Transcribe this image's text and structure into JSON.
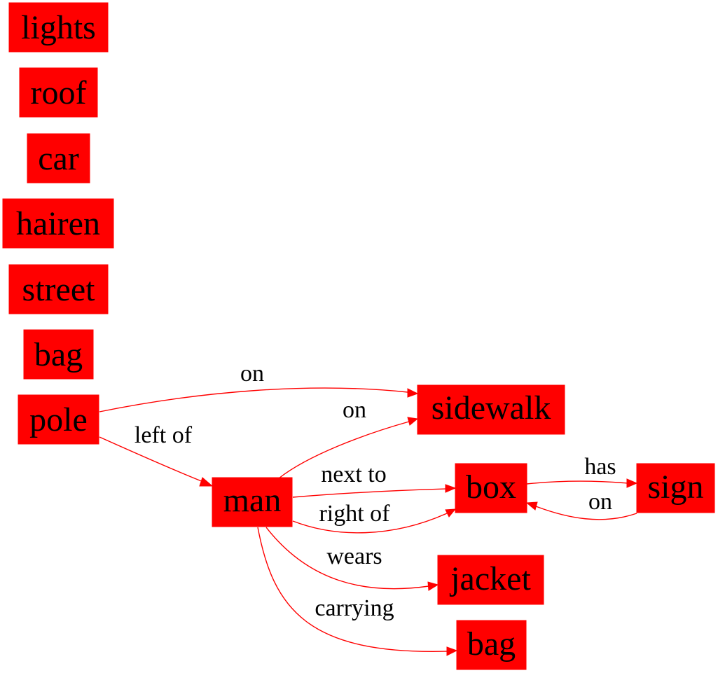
{
  "colors": {
    "node_fill": "#ff0000",
    "edge": "#ff0000",
    "text": "#000000",
    "background": "#ffffff"
  },
  "nodes": {
    "lights": "lights",
    "roof": "roof",
    "car": "car",
    "hairen": "hairen",
    "street": "street",
    "bag1": "bag",
    "pole": "pole",
    "man": "man",
    "sidewalk": "sidewalk",
    "box": "box",
    "sign": "sign",
    "jacket": "jacket",
    "bag2": "bag"
  },
  "edges": [
    {
      "from": "pole",
      "to": "sidewalk",
      "label": "on"
    },
    {
      "from": "pole",
      "to": "man",
      "label": "left of"
    },
    {
      "from": "man",
      "to": "sidewalk",
      "label": "on"
    },
    {
      "from": "man",
      "to": "box",
      "label": "next to"
    },
    {
      "from": "man",
      "to": "box",
      "label": "right of"
    },
    {
      "from": "box",
      "to": "sign",
      "label": "has"
    },
    {
      "from": "sign",
      "to": "box",
      "label": "on"
    },
    {
      "from": "man",
      "to": "jacket",
      "label": "wears"
    },
    {
      "from": "man",
      "to": "bag2",
      "label": "carrying"
    }
  ]
}
